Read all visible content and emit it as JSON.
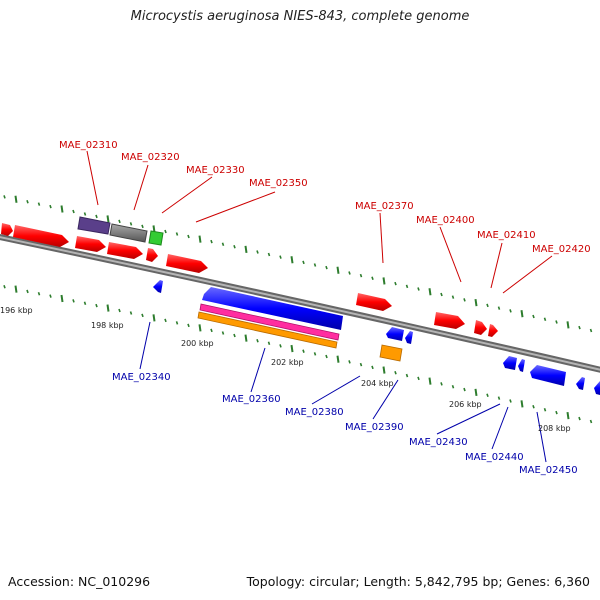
{
  "title": "Microcystis aeruginosa NIES-843, complete genome",
  "footer": {
    "accession": "Accession: NC_010296",
    "summary": "Topology: circular; Length: 5,842,795 bp; Genes: 6,360"
  },
  "colors": {
    "forward_gene": "#ff0000",
    "reverse_gene": "#0000ff",
    "forward_label": "#cc0000",
    "reverse_label": "#0000aa",
    "backbone": "#8a8a8a",
    "ticks": "#2e7d2e"
  },
  "ticks": [
    {
      "label": "196 kbp"
    },
    {
      "label": "198 kbp"
    },
    {
      "label": "200 kbp"
    },
    {
      "label": "202 kbp"
    },
    {
      "label": "204 kbp"
    },
    {
      "label": "206 kbp"
    },
    {
      "label": "208 kbp"
    }
  ],
  "forward_labels": [
    {
      "label": "MAE_02310"
    },
    {
      "label": "MAE_02320"
    },
    {
      "label": "MAE_02330"
    },
    {
      "label": "MAE_02350"
    },
    {
      "label": "MAE_02370"
    },
    {
      "label": "MAE_02400"
    },
    {
      "label": "MAE_02410"
    },
    {
      "label": "MAE_02420"
    }
  ],
  "reverse_labels": [
    {
      "label": "MAE_02340"
    },
    {
      "label": "MAE_02360"
    },
    {
      "label": "MAE_02380"
    },
    {
      "label": "MAE_02390"
    },
    {
      "label": "MAE_02430"
    },
    {
      "label": "MAE_02440"
    },
    {
      "label": "MAE_02450"
    }
  ]
}
